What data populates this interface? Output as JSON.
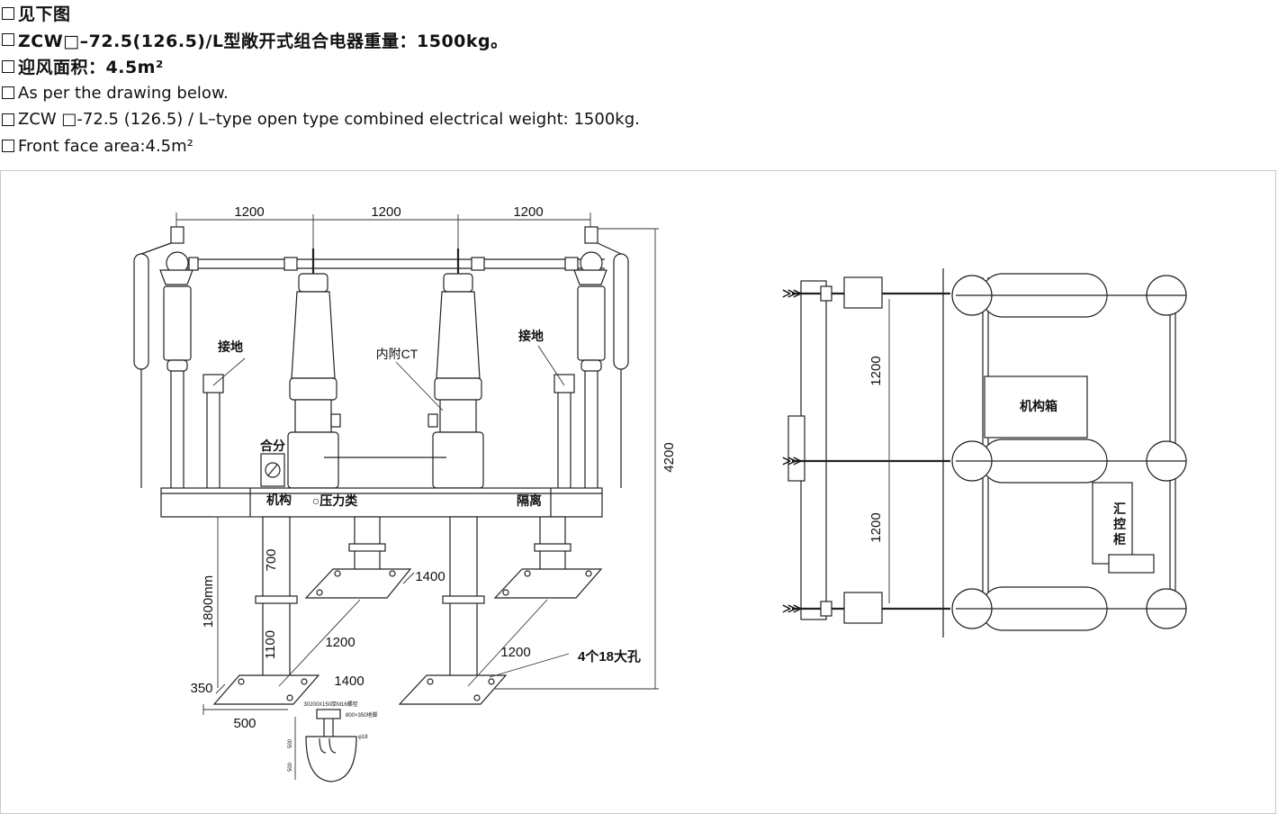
{
  "header": {
    "lines": [
      {
        "text": "见下图",
        "style": "cn"
      },
      {
        "text": "ZCW□–72.5(126.5)/L型敞开式组合电器重量：1500kg。",
        "style": "cn"
      },
      {
        "text": "迎风面积：4.5m²",
        "style": "cn"
      },
      {
        "text": "As per the drawing below.",
        "style": "en"
      },
      {
        "text": "ZCW □-72.5 (126.5) / L–type open type combined electrical weight: 1500kg.",
        "style": "en"
      },
      {
        "text": "Front face area:4.5m²",
        "style": "en"
      }
    ]
  },
  "front_view": {
    "dims": {
      "top_1": "1200",
      "top_2": "1200",
      "top_3": "1200",
      "height": "4200",
      "base_height": "1800mm",
      "col_700": "700",
      "col_1100": "1100",
      "diag_left": "1200",
      "diag_right": "1200",
      "plate_1400_top": "1400",
      "plate_1400_bottom": "1400",
      "w_350": "350",
      "w_500": "500"
    },
    "labels": {
      "ground_left": "接地",
      "ground_right": "接地",
      "internal_ct": "内附CT",
      "close_open": "合分",
      "mechanism": "机构",
      "pressure": "○压力类",
      "isolation": "隔离",
      "holes": "4个18大孔"
    },
    "detail": {
      "note_1": "200X150厚M16螺栓",
      "note_2": "800×350地脚",
      "note_3": "φ18",
      "dim_a": "500",
      "dim_b": "500",
      "dim_c": "30"
    }
  },
  "top_view": {
    "dims": {
      "upper": "1200",
      "lower": "1200"
    },
    "labels": {
      "mechanism_box": "机构箱",
      "control_cabinet": "汇\n控\n柜"
    }
  }
}
